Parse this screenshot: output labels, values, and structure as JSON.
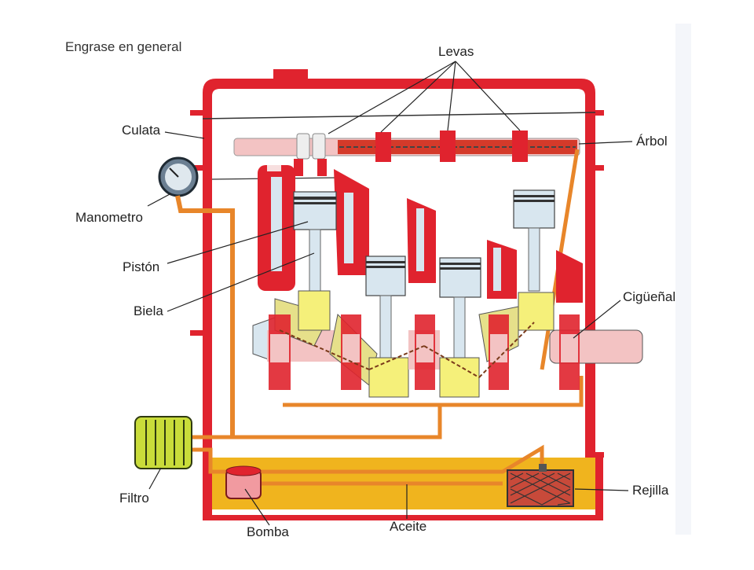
{
  "title": "Engrase en general",
  "labels": {
    "levas": "Levas",
    "culata": "Culata",
    "arbol": "Árbol",
    "manometro": "Manometro",
    "piston": "Pistón",
    "biela": "Biela",
    "ciguenal": "Cigüeñal",
    "filtro": "Filtro",
    "rejilla": "Rejilla",
    "bomba": "Bomba",
    "aceite": "Aceite"
  },
  "colors": {
    "engine_red": "#e0232e",
    "oil": "#f0b41e",
    "pipe": "#e8862a",
    "piston": "#d8e6ef",
    "crank_yellow": "#f5f07a",
    "filter_green": "#c9dc3a",
    "shaft_pink": "#f3c3c3"
  }
}
